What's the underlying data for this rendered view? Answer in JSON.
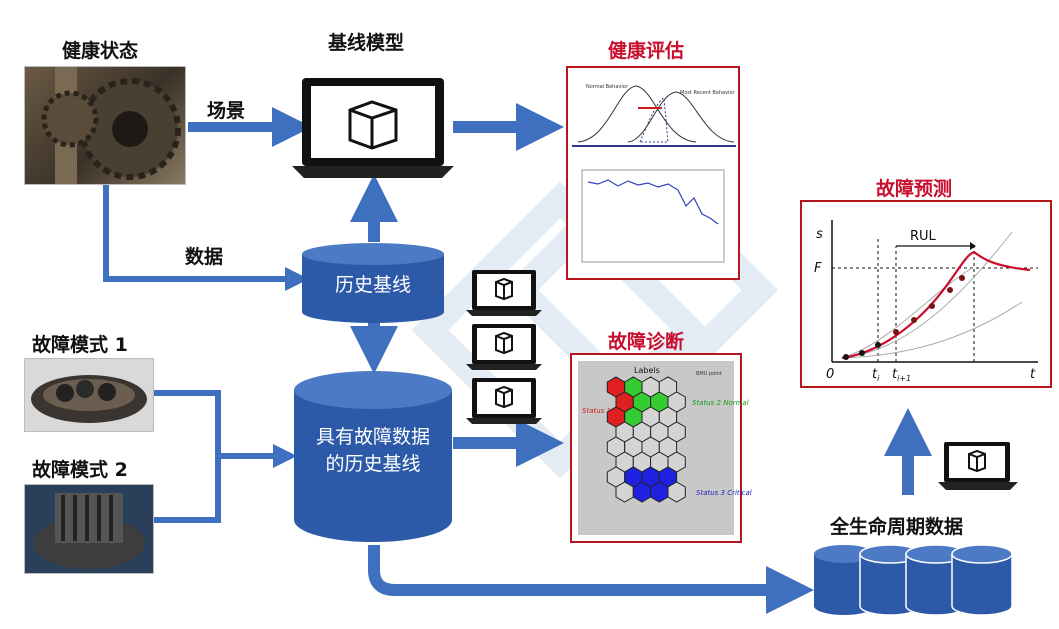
{
  "labels": {
    "health_state": "健康状态",
    "baseline_model": "基线模型",
    "scenario": "场景",
    "data": "数据",
    "health_eval": "健康评估",
    "fault_diag": "故障诊断",
    "fault_pred": "故障预测",
    "fault_mode_1": "故障模式 1",
    "fault_mode_2": "故障模式 2",
    "history_baseline": "历史基线",
    "fault_history_baseline": "具有故障数据的历史基线",
    "lifecycle_data": "全生命周期数据"
  },
  "health_chart": {
    "normal": "Normal Behavior",
    "recent": "Most Recent Behavior"
  },
  "diag_chart": {
    "labels": "Labels",
    "bmu": "BMU point",
    "status1": "Status 1 Faulty",
    "status2": "Status 2 Normal",
    "status3": "Status 3 Critical"
  },
  "pred_chart": {
    "rul": "RUL",
    "s": "s",
    "F": "F",
    "zero": "0",
    "ti": "t",
    "ti_sub": "i",
    "ti1_sub": "i+1",
    "t": "t"
  },
  "colors": {
    "arrow": "#3f6fbf",
    "cylinder": "#2d5aa8",
    "panel_border": "#b4161b",
    "title_red": "#c8102e",
    "faulty": "#e02020",
    "normal": "#33cc33",
    "critical": "#2020e0"
  }
}
